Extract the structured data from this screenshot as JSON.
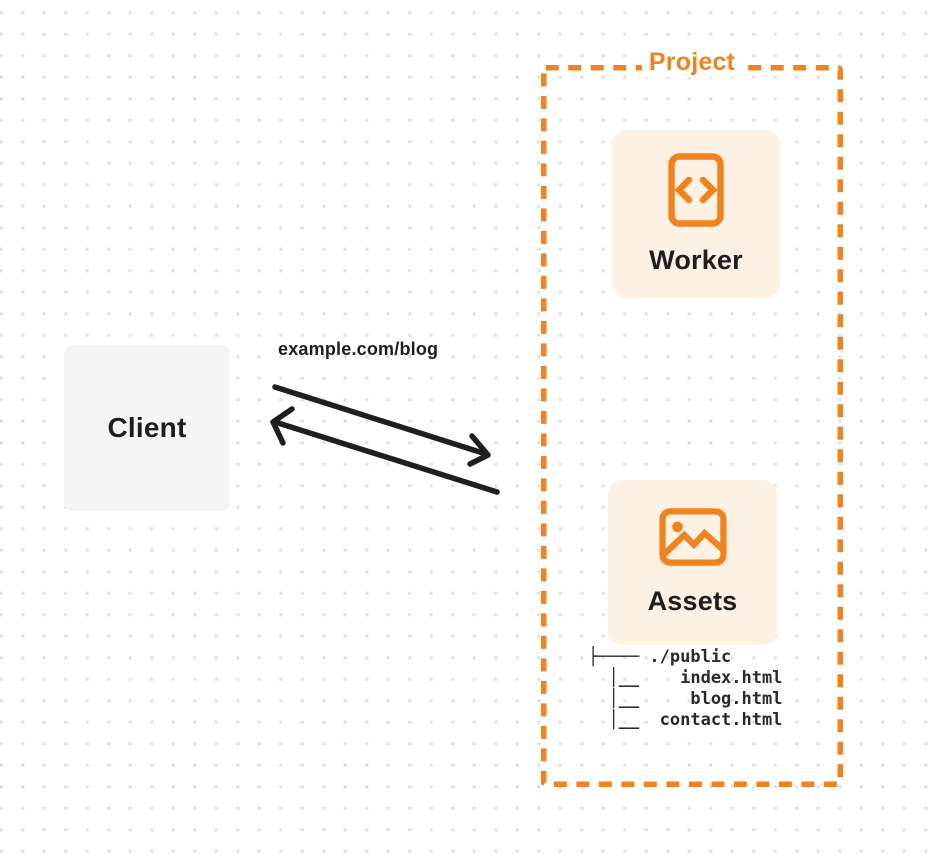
{
  "client": {
    "label": "Client"
  },
  "request": {
    "url_label": "example.com/blog"
  },
  "project": {
    "label": "Project",
    "worker": {
      "label": "Worker",
      "icon": "code-file-icon"
    },
    "assets": {
      "label": "Assets",
      "icon": "image-icon",
      "file_tree": "├──── ./public\n  │__    index.html\n  │__     blog.html\n  │__  contact.html"
    }
  },
  "colors": {
    "accent_orange": "#F0831F",
    "card_background": "#FCF1E3",
    "client_background": "#F5F5F7",
    "arrow_black": "#1F1F1F",
    "text_dark": "#1E1E1E",
    "dot_grid": "#E2E2E7"
  }
}
